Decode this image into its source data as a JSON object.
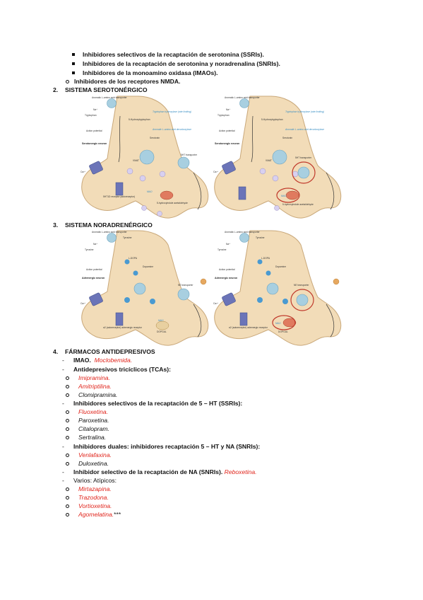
{
  "top_list": {
    "items": [
      "Inhibidores selectivos de la recaptación de serotonina (SSRIs).",
      "Inhibidores de la recaptación de serotonina y noradrenalina (SNRIs).",
      "Inhibidores de la monoamino oxidasa (IMAOs)."
    ],
    "nmda": "Inhibidores de los receptores NMDA."
  },
  "sections": {
    "s2": {
      "number": "2.",
      "title": "SISTEMA SEROTONÉRGICO"
    },
    "s3": {
      "number": "3.",
      "title": "SISTEMA NORADRENÉRGICO"
    },
    "s4": {
      "number": "4.",
      "title": "FÁRMACOS ANTIDEPRESIVOS"
    }
  },
  "serotonin_figure": {
    "labels": {
      "transporter": "Aromatic L-amino acid transporter",
      "na": "Na⁺",
      "tryptophan": "Tryptophan",
      "hydroxylase": "Tryptophan hydroxylase (rate limiting)",
      "htp": "5-Hydroxytryptophan",
      "decarboxylase": "Aromatic L-amino acid decarboxylase",
      "action_potential": "Action potential",
      "serotonin": "Serotonin",
      "neuron": "Serotonergic neuron",
      "vmat": "VMAT",
      "sert": "5HT transporter",
      "ca": "Ca²⁺",
      "receptor": "5HT1D receptor (autoreceptor)",
      "mao": "MAO",
      "metabolite": "5-hydroxyindole acetaldehyde"
    }
  },
  "noradrenergic_figure": {
    "labels": {
      "transporter": "Aromatic L-amino acid transporter",
      "na": "Na⁺",
      "tyrosine": "Tyrosine",
      "ldopa": "L-DOPA",
      "dopamine": "Dopamine",
      "action_potential": "Action potential",
      "neuron": "Adrenergic neuron",
      "net": "NE transporter",
      "ca": "Ca²⁺",
      "receptor": "α2 (autoreceptor) adrenergic receptor",
      "mao": "MAO",
      "metabolite": "DOPGAL"
    }
  },
  "drugs": {
    "imao": {
      "label": "IMAO.",
      "drug": "Moclobemida."
    },
    "tca": {
      "label": "Antidepresivos tricíclicos (TCAs):",
      "items": [
        {
          "text": "Imipramina.",
          "red": true
        },
        {
          "text": "Amitriptilina.",
          "red": true
        },
        {
          "text": "Clomipramina.",
          "red": false
        }
      ]
    },
    "ssri": {
      "label": "Inhibidores selectivos de la recaptación de 5 – HT (SSRIs):",
      "items": [
        {
          "text": "Fluoxetina.",
          "red": true
        },
        {
          "text": "Paroxetina.",
          "red": false
        },
        {
          "text": "Citalopram.",
          "red": false
        },
        {
          "text": "Sertralina.",
          "red": false
        }
      ]
    },
    "snri": {
      "label": "Inhibidores duales: inhibidores recaptación 5 – HT y NA (SNRIs):",
      "items": [
        {
          "text": "Venlafaxina.",
          "red": true
        },
        {
          "text": "Duloxetina.",
          "red": false
        }
      ]
    },
    "nari": {
      "label": "Inhibidor selectivo de la recaptación de NA (SNRIs).",
      "drug": "Reboxetina."
    },
    "atypical": {
      "label": "Varios: Atípicos:",
      "items": [
        {
          "text": "Mirtazapina.",
          "red": true
        },
        {
          "text": "Trazodona.",
          "red": true
        },
        {
          "text": "Vortioxetina.",
          "red": true
        },
        {
          "text": "Agomelatina.",
          "red": true,
          "suffix": "***"
        }
      ]
    }
  },
  "colors": {
    "neuron_fill": "#f2dcb8",
    "neuron_stroke": "#c9a87a",
    "red_text": "#e0241b",
    "blue_label": "#3a8fc4",
    "highlight_circle": "#c0392b"
  }
}
